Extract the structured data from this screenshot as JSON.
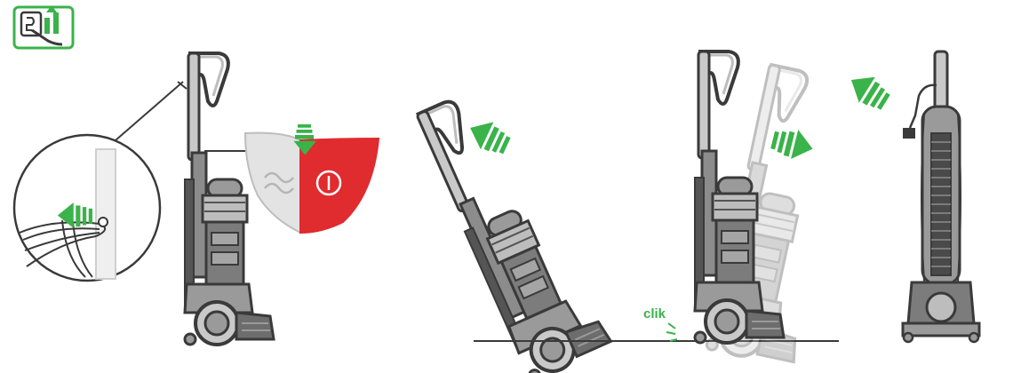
{
  "diagram": {
    "annotation": "clik",
    "icons": {
      "unplug": "unplug-from-mains-icon",
      "arrow": "green-direction-arrow-icon",
      "button": "red-power-button-icon"
    },
    "colors": {
      "green": "#39b34a",
      "red": "#e02b2f",
      "outline": "#3a3a3a",
      "body_gray": "#8c8c8c",
      "light_gray": "#d7d7d7",
      "ghost": "#e3e3e3"
    },
    "steps": [
      {
        "name": "unplug-and-unwrap-cable"
      },
      {
        "name": "press-release-pedal"
      },
      {
        "name": "recline-machine"
      },
      {
        "name": "return-upright-click"
      },
      {
        "name": "store-with-cable-wrapped"
      }
    ]
  }
}
